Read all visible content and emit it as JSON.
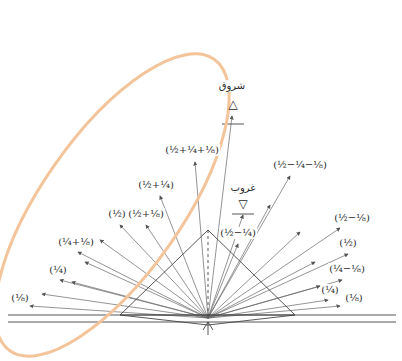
{
  "diagram": {
    "labels": [
      "شروق",
      "△",
      "(½+¼+⅛)",
      "(½+¼)",
      "(½)",
      "(½+⅛)",
      "(¼+⅛)",
      "(¼)",
      "(⅛)",
      "غروب",
      "▽",
      "(½−¼−⅛)",
      "(½−⅛)",
      "(½−¼)",
      "(½)",
      "(¼−⅛)",
      "(¼)",
      "(⅛)"
    ]
  }
}
